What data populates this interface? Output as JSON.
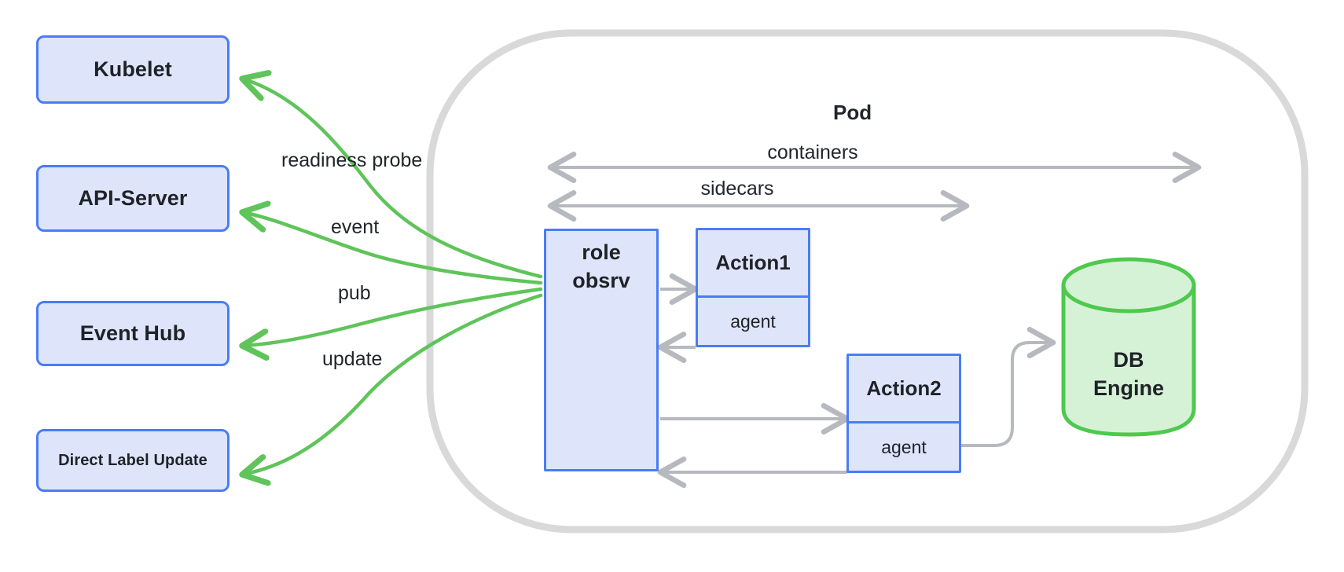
{
  "diagram": {
    "title": "Pod",
    "pod_label": "Pod",
    "external_nodes": [
      {
        "id": "kubelet",
        "label": "Kubelet"
      },
      {
        "id": "api-server",
        "label": "API-Server"
      },
      {
        "id": "event-hub",
        "label": "Event Hub"
      },
      {
        "id": "direct-label-update",
        "label": "Direct Label Update"
      }
    ],
    "edge_labels": [
      {
        "id": "readiness-probe",
        "label": "readiness probe"
      },
      {
        "id": "event",
        "label": "event"
      },
      {
        "id": "pub",
        "label": "pub"
      },
      {
        "id": "update",
        "label": "update"
      }
    ],
    "span_labels": [
      {
        "id": "containers",
        "label": "containers"
      },
      {
        "id": "sidecars",
        "label": "sidecars"
      }
    ],
    "pod_nodes": [
      {
        "id": "role-obsrv",
        "label_line1": "role",
        "label_line2": "obsrv"
      },
      {
        "id": "action1",
        "title": "Action1",
        "sub": "agent"
      },
      {
        "id": "action2",
        "title": "Action2",
        "sub": "agent"
      }
    ],
    "datastore": {
      "id": "db-engine",
      "label_line1": "DB",
      "label_line2": "Engine"
    },
    "colors": {
      "node_fill": "#dee5fb",
      "node_stroke": "#4a7cf6",
      "green_edge": "#5fc45a",
      "grey_edge": "#b6b9bd",
      "pod_outline": "#d9d9d9",
      "db_fill": "#d6f2d6",
      "db_stroke": "#4ec94e",
      "text": "#1f2227"
    }
  }
}
